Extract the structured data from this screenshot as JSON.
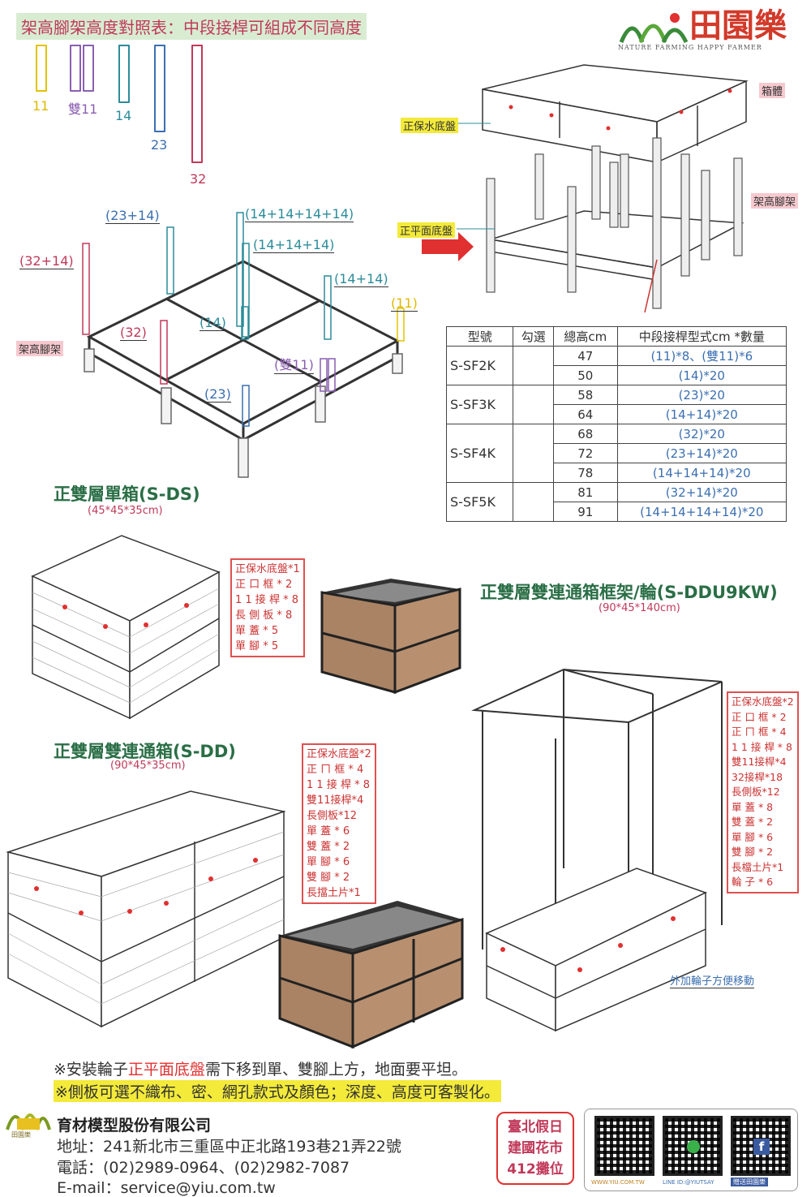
{
  "header": {
    "title": "架高腳架高度對照表：中段接桿可組成不同高度"
  },
  "brand": {
    "name": "田園樂",
    "tagline": "NATURE FARMING  HAPPY FARMER"
  },
  "pipes": [
    {
      "label": "11",
      "color": "#e0c400"
    },
    {
      "label": "雙11",
      "color": "#8a5fb0"
    },
    {
      "label": "14",
      "color": "#2c8c9a"
    },
    {
      "label": "23",
      "color": "#3b6fb0"
    },
    {
      "label": "32",
      "color": "#c0395a"
    }
  ],
  "exploded": {
    "box_label": "箱體",
    "tray_label": "正保水底盤",
    "frame_label": "架高腳架",
    "flat_tray_label": "正平面底盤"
  },
  "frame_diagram": {
    "labels": [
      "(23+14)",
      "(14+14+14+14)",
      "(14+14+14)",
      "(32+14)",
      "(14+14)",
      "(11)",
      "(32)",
      "(14)",
      "(雙11)",
      "(23)"
    ],
    "side_label": "架高腳架"
  },
  "spec_table": {
    "headers": [
      "型號",
      "勾選",
      "總高cm",
      "中段接桿型式cm *數量"
    ],
    "groups": [
      {
        "model": "S-SF2K",
        "rows": [
          {
            "height": "47",
            "type": "(11)*8、(雙11)*6"
          },
          {
            "height": "50",
            "type": "(14)*20"
          }
        ]
      },
      {
        "model": "S-SF3K",
        "rows": [
          {
            "height": "58",
            "type": "(23)*20"
          },
          {
            "height": "64",
            "type": "(14+14)*20"
          }
        ]
      },
      {
        "model": "S-SF4K",
        "rows": [
          {
            "height": "68",
            "type": "(32)*20"
          },
          {
            "height": "72",
            "type": "(23+14)*20"
          },
          {
            "height": "78",
            "type": "(14+14+14)*20"
          }
        ]
      },
      {
        "model": "S-SF5K",
        "rows": [
          {
            "height": "81",
            "type": "(32+14)*20"
          },
          {
            "height": "91",
            "type": "(14+14+14+14)*20"
          }
        ]
      }
    ]
  },
  "products": {
    "ds": {
      "title": "正雙層單箱(S-DS)",
      "size": "(45*45*35cm)",
      "parts": [
        "正保水底盤*1",
        "正 口 框 * 2",
        "1 1 接 桿 * 8",
        "長 側 板 * 8",
        "單  蓋  *  5",
        "單  腳  *  5"
      ]
    },
    "dd": {
      "title": "正雙層雙連通箱(S-DD)",
      "size": "(90*45*35cm)",
      "parts": [
        "正保水底盤*2",
        "正 ㄇ 框 * 4",
        "1 1 接 桿 * 8",
        "雙11接桿*4",
        "長側板*12",
        "單  蓋  *  6",
        "雙  蓋  *  2",
        "單  腳  *  6",
        "雙  腳  *  2",
        "長擋土片*1"
      ]
    },
    "ddu": {
      "title": "正雙層雙連通箱框架/輪(S-DDU9KW)",
      "size": "(90*45*140cm)",
      "parts": [
        "正保水底盤*2",
        "正 口 框 * 2",
        "正 ㄇ 框 * 4",
        "1 1 接 桿 * 8",
        "雙11接桿*4",
        "32接桿*18",
        "長側板*12",
        "單  蓋  *  8",
        "雙  蓋  *  2",
        "單  腳  *  6",
        "雙  腳  *  2",
        "長檔土片*1",
        "輪  子  *  6"
      ],
      "wheel_note": "外加輪子方便移動"
    }
  },
  "notes": {
    "line1_a": "※安裝輪子",
    "line1_b": "正平面底盤",
    "line1_c": "需下移到單、雙腳上方，地面要平坦。",
    "line2": "※側板可選不織布、密、網孔款式及顏色；深度、高度可客製化。"
  },
  "company": {
    "name": "育材模型股份有限公司",
    "address": "地址：241新北市三重區中正北路193巷21弄22號",
    "phone": "電話：(02)2989-0964、(02)2982-7087",
    "email": "E-mail：service@yiu.com.tw",
    "logo_text": "田園樂"
  },
  "booth": {
    "line1": "臺北假日",
    "line2": "建國花市",
    "line3": "412攤位"
  },
  "qr_codes": {
    "web": "WWW.YIU.COM.TW",
    "line": "LINE ID:@YIUTSAY",
    "fb": "贈送田園樂"
  },
  "colors": {
    "accent_green": "#2a6e46",
    "accent_red": "#e03030",
    "highlight_yellow": "#f3ea3a"
  }
}
